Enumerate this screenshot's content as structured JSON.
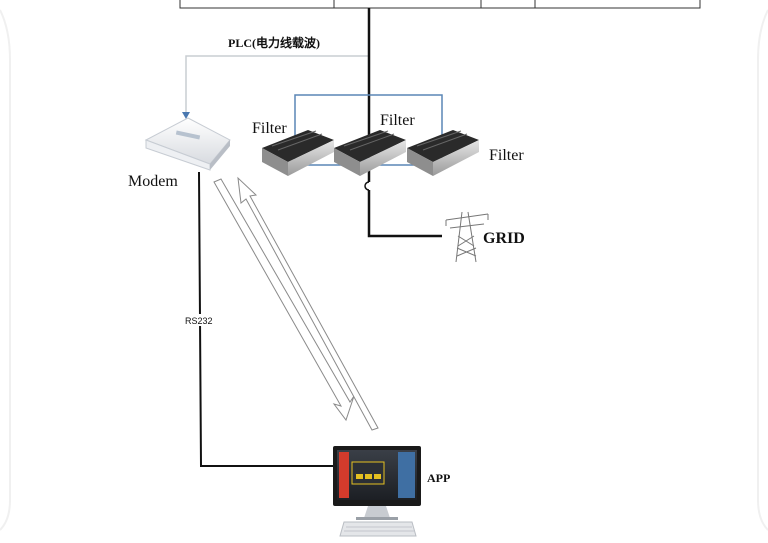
{
  "labels": {
    "plc": "PLC(电力线载波)",
    "filter_left": "Filter",
    "filter_middle": "Filter",
    "filter_right": "Filter",
    "modem": "Modem",
    "grid": "GRID",
    "rs232": "RS232",
    "app": "APP"
  },
  "colors": {
    "background": "#ffffff",
    "line": "#111111",
    "plc_line": "#c9cdd2",
    "filter_box": "#5a86b5",
    "plc_arrow": "#4a78b0"
  },
  "icons": {
    "modem": "modem-icon",
    "filter": "filter-module-icon",
    "grid": "power-tower-icon",
    "app": "desktop-computer-icon",
    "wireless": "wireless-arrows-icon"
  }
}
